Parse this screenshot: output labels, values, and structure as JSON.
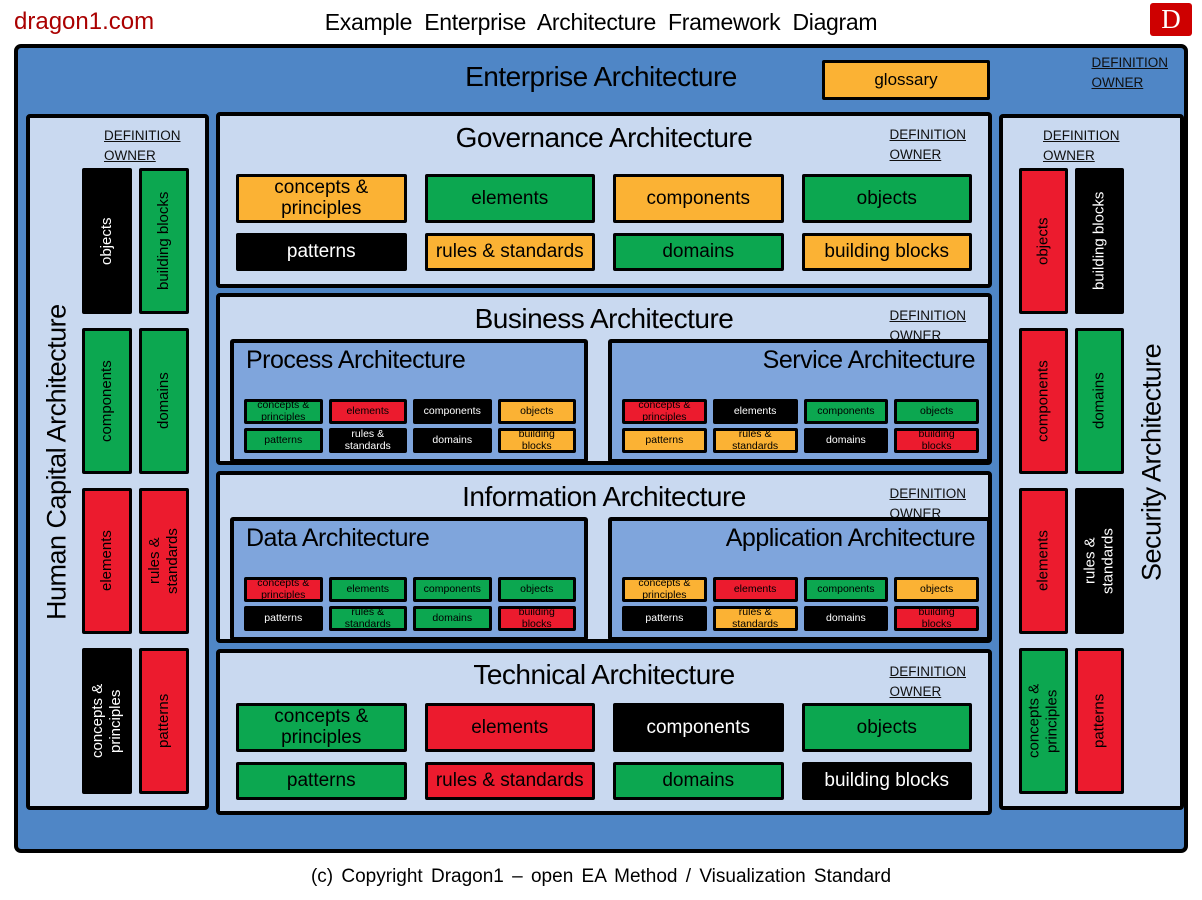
{
  "colors": {
    "green": "#0CA750",
    "orange": "#FBB234",
    "red": "#EC1B2E",
    "black": "#000000",
    "blue_outer": "#4F86C6",
    "blue_panel": "#C9D9F0",
    "blue_subbox": "#7FA5DC",
    "brand_red": "#AA0000",
    "logo_red": "#CE0000"
  },
  "header": {
    "site": "dragon1.com",
    "title": "Example Enterprise Architecture Framework Diagram",
    "logo_letter": "D"
  },
  "labels": {
    "definition_owner": "DEFINITION\nOWNER"
  },
  "enterprise": {
    "title": "Enterprise Architecture",
    "glossary": "glossary"
  },
  "sidebars": {
    "left": {
      "title": "Human Capital Architecture",
      "blocks": [
        {
          "label": "objects",
          "color": "black",
          "text": "white"
        },
        {
          "label": "building blocks",
          "color": "green",
          "text": "black"
        },
        {
          "label": "components",
          "color": "green",
          "text": "black"
        },
        {
          "label": "domains",
          "color": "green",
          "text": "black"
        },
        {
          "label": "elements",
          "color": "red",
          "text": "black"
        },
        {
          "label": "rules &\nstandards",
          "color": "red",
          "text": "black"
        },
        {
          "label": "concepts &\nprinciples",
          "color": "black",
          "text": "white"
        },
        {
          "label": "patterns",
          "color": "red",
          "text": "black"
        }
      ]
    },
    "right": {
      "title": "Security Architecture",
      "blocks": [
        {
          "label": "objects",
          "color": "red",
          "text": "black"
        },
        {
          "label": "building blocks",
          "color": "black",
          "text": "white"
        },
        {
          "label": "components",
          "color": "red",
          "text": "black"
        },
        {
          "label": "domains",
          "color": "green",
          "text": "black"
        },
        {
          "label": "elements",
          "color": "red",
          "text": "black"
        },
        {
          "label": "rules &\nstandards",
          "color": "black",
          "text": "white"
        },
        {
          "label": "concepts &\nprinciples",
          "color": "green",
          "text": "black"
        },
        {
          "label": "patterns",
          "color": "red",
          "text": "black"
        }
      ]
    }
  },
  "sections": {
    "governance": {
      "title": "Governance Architecture",
      "blocks": [
        {
          "label": "concepts &\nprinciples",
          "color": "orange",
          "text": "black"
        },
        {
          "label": "elements",
          "color": "green",
          "text": "black"
        },
        {
          "label": "components",
          "color": "orange",
          "text": "black"
        },
        {
          "label": "objects",
          "color": "green",
          "text": "black"
        },
        {
          "label": "patterns",
          "color": "black",
          "text": "white"
        },
        {
          "label": "rules & standards",
          "color": "orange",
          "text": "black"
        },
        {
          "label": "domains",
          "color": "green",
          "text": "black"
        },
        {
          "label": "building blocks",
          "color": "orange",
          "text": "black"
        }
      ]
    },
    "business": {
      "title": "Business Architecture",
      "sub": [
        {
          "title": "Process Architecture",
          "blocks": [
            {
              "label": "concepts &\nprinciples",
              "color": "green",
              "text": "black"
            },
            {
              "label": "elements",
              "color": "red",
              "text": "black"
            },
            {
              "label": "components",
              "color": "black",
              "text": "white"
            },
            {
              "label": "objects",
              "color": "orange",
              "text": "black"
            },
            {
              "label": "patterns",
              "color": "green",
              "text": "black"
            },
            {
              "label": "rules &\nstandards",
              "color": "black",
              "text": "white"
            },
            {
              "label": "domains",
              "color": "black",
              "text": "white"
            },
            {
              "label": "building\nblocks",
              "color": "orange",
              "text": "black"
            }
          ]
        },
        {
          "title": "Service Architecture",
          "blocks": [
            {
              "label": "concepts &\nprinciples",
              "color": "red",
              "text": "black"
            },
            {
              "label": "elements",
              "color": "black",
              "text": "white"
            },
            {
              "label": "components",
              "color": "green",
              "text": "black"
            },
            {
              "label": "objects",
              "color": "green",
              "text": "black"
            },
            {
              "label": "patterns",
              "color": "orange",
              "text": "black"
            },
            {
              "label": "rules &\nstandards",
              "color": "orange",
              "text": "black"
            },
            {
              "label": "domains",
              "color": "black",
              "text": "white"
            },
            {
              "label": "building\nblocks",
              "color": "red",
              "text": "black"
            }
          ]
        }
      ]
    },
    "information": {
      "title": "Information Architecture",
      "sub": [
        {
          "title": "Data Architecture",
          "blocks": [
            {
              "label": "concepts &\nprinciples",
              "color": "red",
              "text": "black"
            },
            {
              "label": "elements",
              "color": "green",
              "text": "black"
            },
            {
              "label": "components",
              "color": "green",
              "text": "black"
            },
            {
              "label": "objects",
              "color": "green",
              "text": "black"
            },
            {
              "label": "patterns",
              "color": "black",
              "text": "white"
            },
            {
              "label": "rules &\nstandards",
              "color": "green",
              "text": "black"
            },
            {
              "label": "domains",
              "color": "green",
              "text": "black"
            },
            {
              "label": "building\nblocks",
              "color": "red",
              "text": "black"
            }
          ]
        },
        {
          "title": "Application Architecture",
          "blocks": [
            {
              "label": "concepts &\nprinciples",
              "color": "orange",
              "text": "black"
            },
            {
              "label": "elements",
              "color": "red",
              "text": "black"
            },
            {
              "label": "components",
              "color": "green",
              "text": "black"
            },
            {
              "label": "objects",
              "color": "orange",
              "text": "black"
            },
            {
              "label": "patterns",
              "color": "black",
              "text": "white"
            },
            {
              "label": "rules &\nstandards",
              "color": "orange",
              "text": "black"
            },
            {
              "label": "domains",
              "color": "black",
              "text": "white"
            },
            {
              "label": "building\nblocks",
              "color": "red",
              "text": "black"
            }
          ]
        }
      ]
    },
    "technical": {
      "title": "Technical Architecture",
      "blocks": [
        {
          "label": "concepts &\nprinciples",
          "color": "green",
          "text": "black"
        },
        {
          "label": "elements",
          "color": "red",
          "text": "black"
        },
        {
          "label": "components",
          "color": "black",
          "text": "white"
        },
        {
          "label": "objects",
          "color": "green",
          "text": "black"
        },
        {
          "label": "patterns",
          "color": "green",
          "text": "black"
        },
        {
          "label": "rules & standards",
          "color": "red",
          "text": "black"
        },
        {
          "label": "domains",
          "color": "green",
          "text": "black"
        },
        {
          "label": "building blocks",
          "color": "black",
          "text": "white"
        }
      ]
    }
  },
  "footer": {
    "copyright": "(c) Copyright Dragon1 – open EA Method / Visualization Standard"
  }
}
